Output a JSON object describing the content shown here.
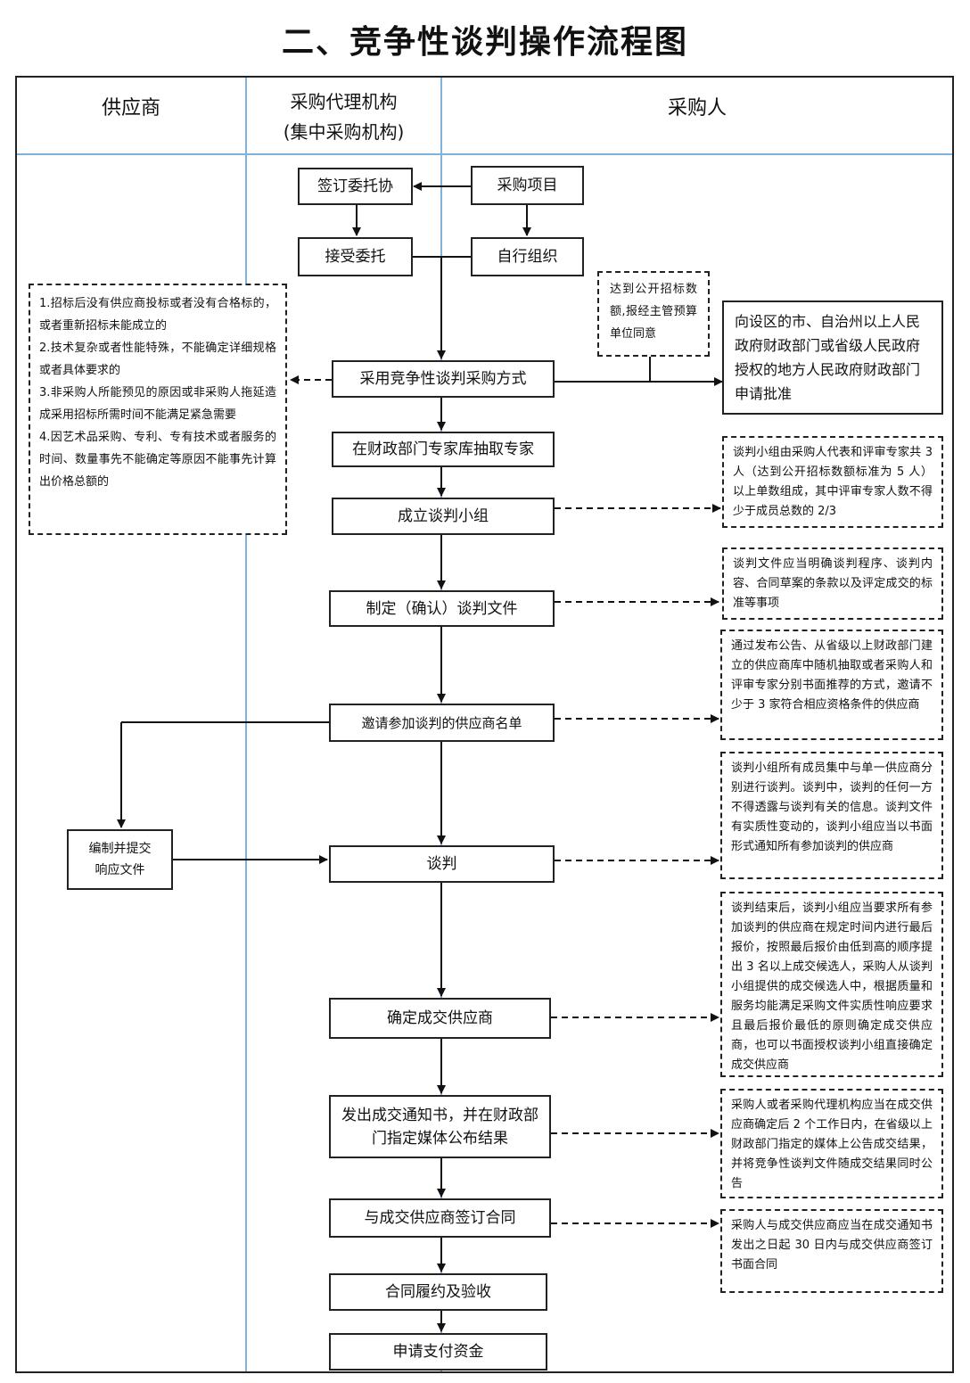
{
  "title": "二、竞争性谈判操作流程图",
  "lanes": {
    "supplier": "供应商",
    "agency_line1": "采购代理机构",
    "agency_line2": "(集中采购机构)",
    "purchaser": "采购人"
  },
  "boxes": {
    "sign": "签订委托协",
    "project": "采购项目",
    "accept": "接受委托",
    "self": "自行组织",
    "method": "采用竞争性谈判采购方式",
    "expert": "在财政部门专家库抽取专家",
    "team": "成立谈判小组",
    "doc": "制定（确认）谈判文件",
    "invite": "邀请参加谈判的供应商名单",
    "negotiate": "谈判",
    "confirm": "确定成交供应商",
    "notice_line1": "发出成交通知书，并在财政部",
    "notice_line2": "门指定媒体公布结果",
    "contract": "与成交供应商签订合同",
    "perform": "合同履约及验收",
    "pay": "申请支付资金",
    "submit_line1": "编制并提交",
    "submit_line2": "响应文件",
    "approve": "向设区的市、自治州以上人民政府财政部门或省级人民政府授权的地方人民政府财政部门申请批准"
  },
  "notes": {
    "threshold": "达到公开招标数额,报经主管预算单位同意",
    "conditions": [
      "1.招标后没有供应商投标或者没有合格标的，或者重新招标未能成立的",
      "2.技术复杂或者性能特殊，不能确定详细规格或者具体要求的",
      "3.非采购人所能预见的原因或非采购人拖延造成采用招标所需时间不能满足紧急需要",
      "4.因艺术品采购、专利、专有技术或者服务的时间、数量事先不能确定等原因不能事先计算出价格总额的"
    ],
    "team": "谈判小组由采购人代表和评审专家共 3 人（达到公开招标数额标准为 5 人）以上单数组成，其中评审专家人数不得少于成员总数的 2/3",
    "doc": "谈判文件应当明确谈判程序、谈判内容、合同草案的条款以及评定成交的标准等事项",
    "invite": "通过发布公告、从省级以上财政部门建立的供应商库中随机抽取或者采购人和评审专家分别书面推荐的方式，邀请不少于 3 家符合相应资格条件的供应商",
    "negotiate": "谈判小组所有成员集中与单一供应商分别进行谈判。谈判中，谈判的任何一方不得透露与谈判有关的信息。谈判文件有实质性变动的，谈判小组应当以书面形式通知所有参加谈判的供应商",
    "confirm": "谈判结束后，谈判小组应当要求所有参加谈判的供应商在规定时间内进行最后报价，按照最后报价由低到高的顺序提出 3 名以上成交候选人，采购人从谈判小组提供的成交候选人中，根据质量和服务均能满足采购文件实质性响应要求且最后报价最低的原则确定成交供应商，也可以书面授权谈判小组直接确定成交供应商",
    "notice": "采购人或者采购代理机构应当在成交供应商确定后 2 个工作日内，在省级以上财政部门指定的媒体上公告成交结果，并将竞争性谈判文件随成交结果同时公告",
    "contract": "采购人与成交供应商应当在成交通知书发出之日起 30 日内与成交供应商签订书面合同"
  }
}
